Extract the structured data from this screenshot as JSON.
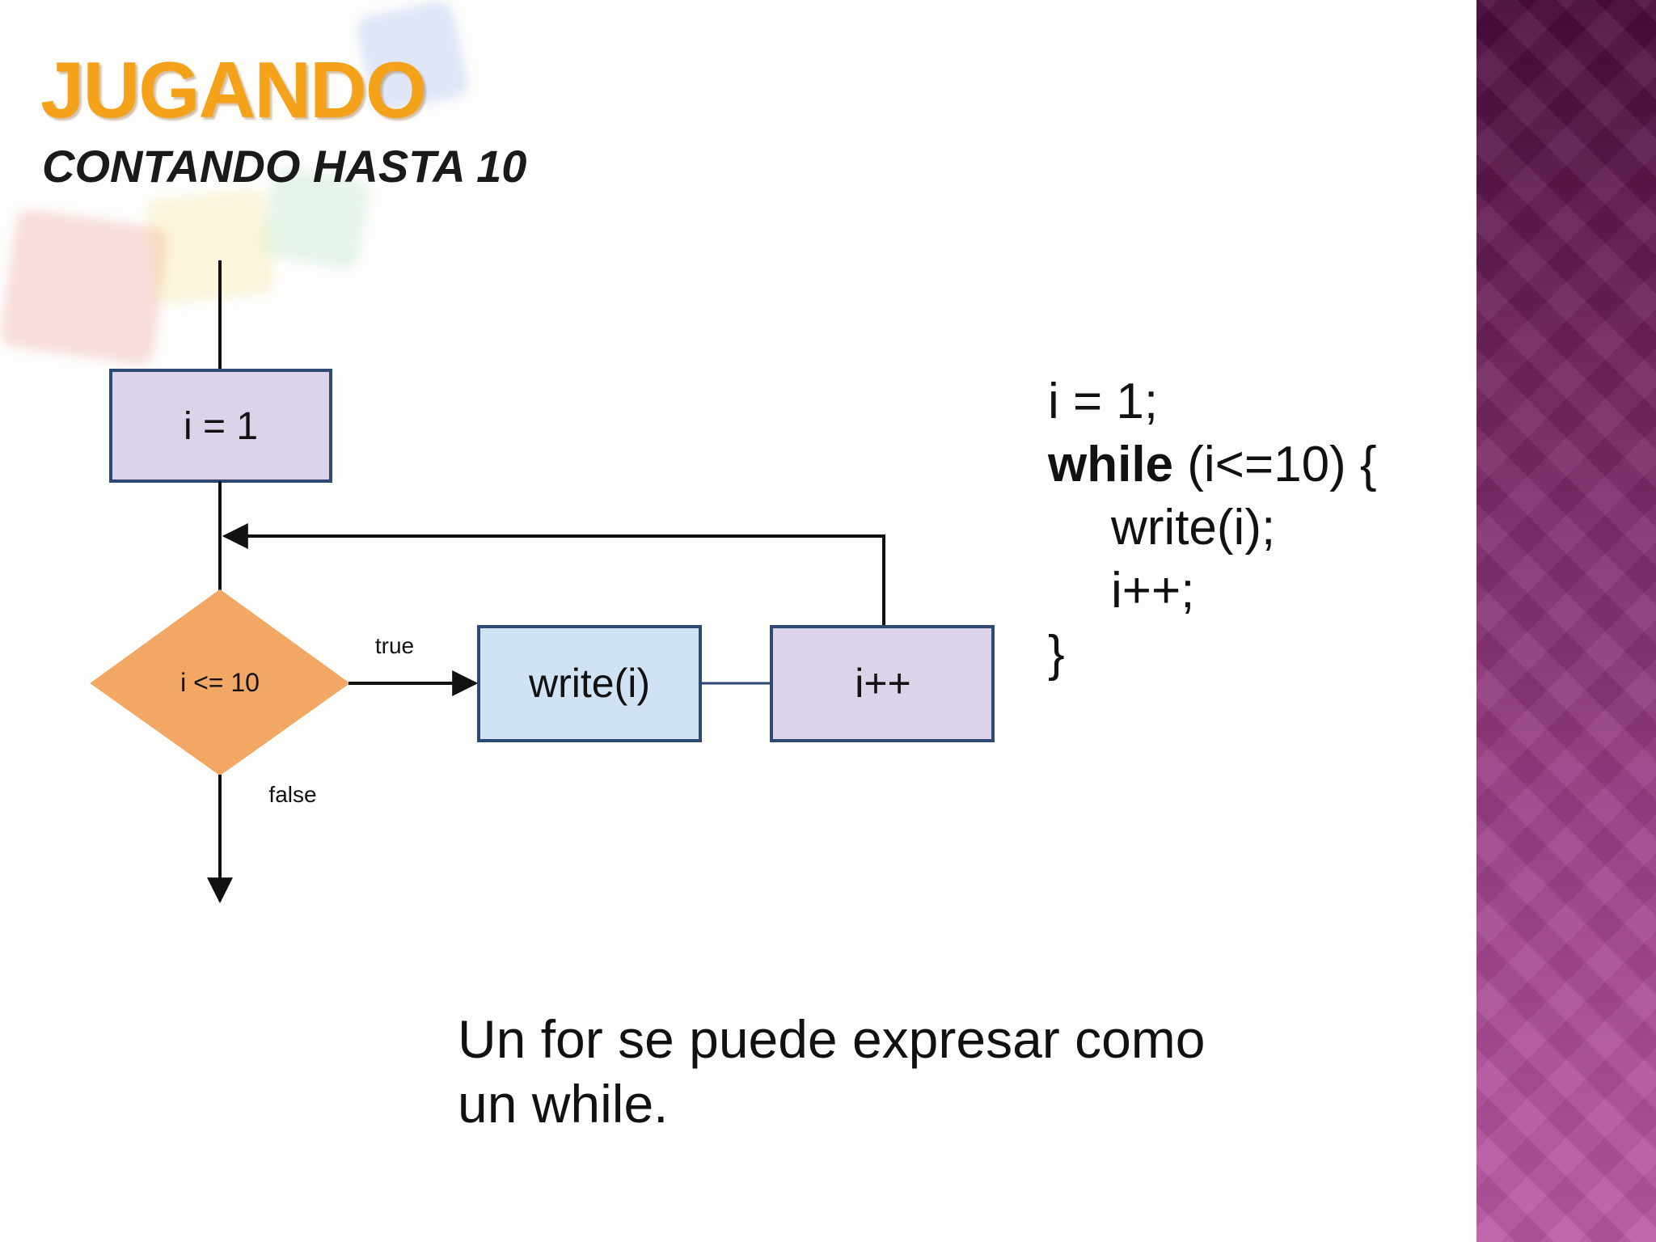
{
  "title": "JUGANDO",
  "subtitle": "CONTANDO HASTA 10",
  "flowchart": {
    "nodes": {
      "init": "i = 1",
      "condition": "i <= 10",
      "write": "write(i)",
      "increment": "i++"
    },
    "edge_labels": {
      "true": "true",
      "false": "false"
    },
    "colors": {
      "init_fill": "#dcd3e8",
      "condition_fill": "#f2a864",
      "write_fill": "#cfe3f4",
      "increment_fill": "#dcd3e8",
      "box_border": "#2e4a72"
    }
  },
  "code": {
    "line1": "i = 1;",
    "while_keyword": "while",
    "while_rest": " (i<=10) {",
    "line3": "write(i);",
    "line4": "i++;",
    "line5": "}"
  },
  "caption": {
    "line1": "Un for se puede expresar como",
    "line2": "un while."
  },
  "colors": {
    "title": "#f5a21b",
    "band_top": "#4a0c3c",
    "band_bottom": "#b85aa3"
  }
}
